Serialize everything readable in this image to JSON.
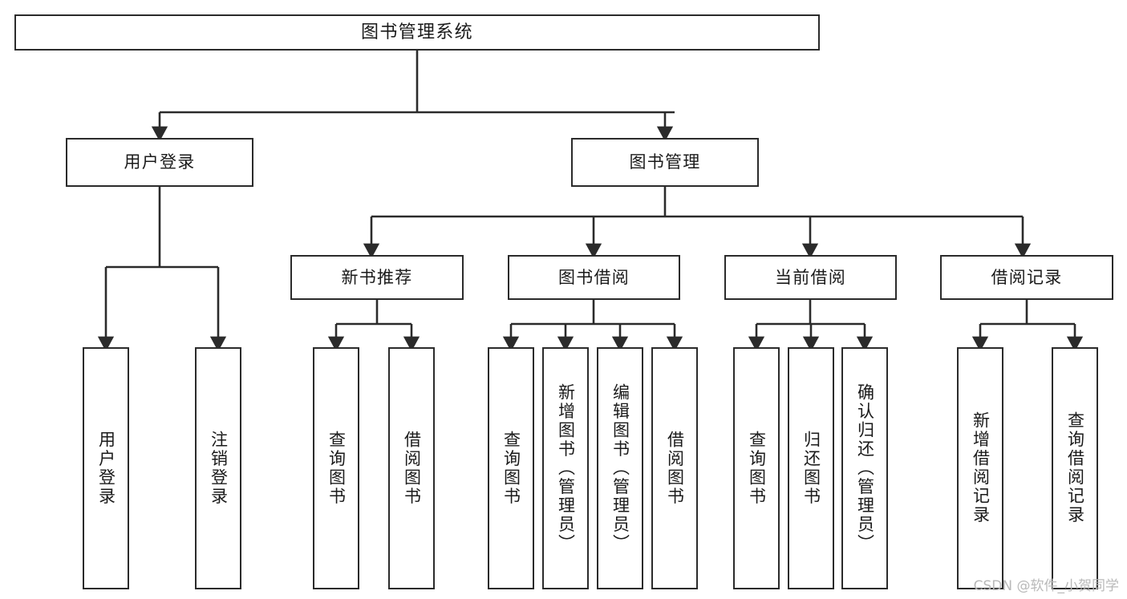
{
  "diagram": {
    "title": "图书管理系统",
    "type": "功能结构图",
    "watermark": "CSDN @软件_小贺同学",
    "colors": {
      "box_border": "#2b2b2b",
      "box_fill": "#ffffff",
      "connector": "#2b2b2b",
      "text": "#1a1a1a",
      "watermark": "#b9b9b9",
      "background": "#ffffff"
    }
  },
  "nodes": {
    "root": {
      "label": "图书管理系统"
    },
    "level2": [
      {
        "id": "user-login",
        "label": "用户登录"
      },
      {
        "id": "book-management",
        "label": "图书管理"
      }
    ],
    "level3": [
      {
        "id": "new-book-recommend",
        "label": "新书推荐"
      },
      {
        "id": "book-borrow",
        "label": "图书借阅"
      },
      {
        "id": "current-borrow",
        "label": "当前借阅"
      },
      {
        "id": "borrow-record",
        "label": "借阅记录"
      }
    ],
    "leaves": {
      "user_login": [
        {
          "id": "leaf-user-login",
          "label": "用户登录"
        },
        {
          "id": "leaf-user-logout",
          "label": "注销登录"
        }
      ],
      "new_book_recommend": [
        {
          "id": "leaf-query-book-1",
          "label": "查询图书"
        },
        {
          "id": "leaf-borrow-book-1",
          "label": "借阅图书"
        }
      ],
      "book_borrow": [
        {
          "id": "leaf-query-book-2",
          "label": "查询图书"
        },
        {
          "id": "leaf-add-book",
          "label": "新增图书（管理员）"
        },
        {
          "id": "leaf-edit-book",
          "label": "编辑图书（管理员）"
        },
        {
          "id": "leaf-borrow-book-2",
          "label": "借阅图书"
        }
      ],
      "current_borrow": [
        {
          "id": "leaf-query-book-3",
          "label": "查询图书"
        },
        {
          "id": "leaf-return-book",
          "label": "归还图书"
        },
        {
          "id": "leaf-confirm-return",
          "label": "确认归还（管理员）"
        }
      ],
      "borrow_record": [
        {
          "id": "leaf-add-record",
          "label": "新增借阅记录"
        },
        {
          "id": "leaf-query-record",
          "label": "查询借阅记录"
        }
      ]
    }
  }
}
